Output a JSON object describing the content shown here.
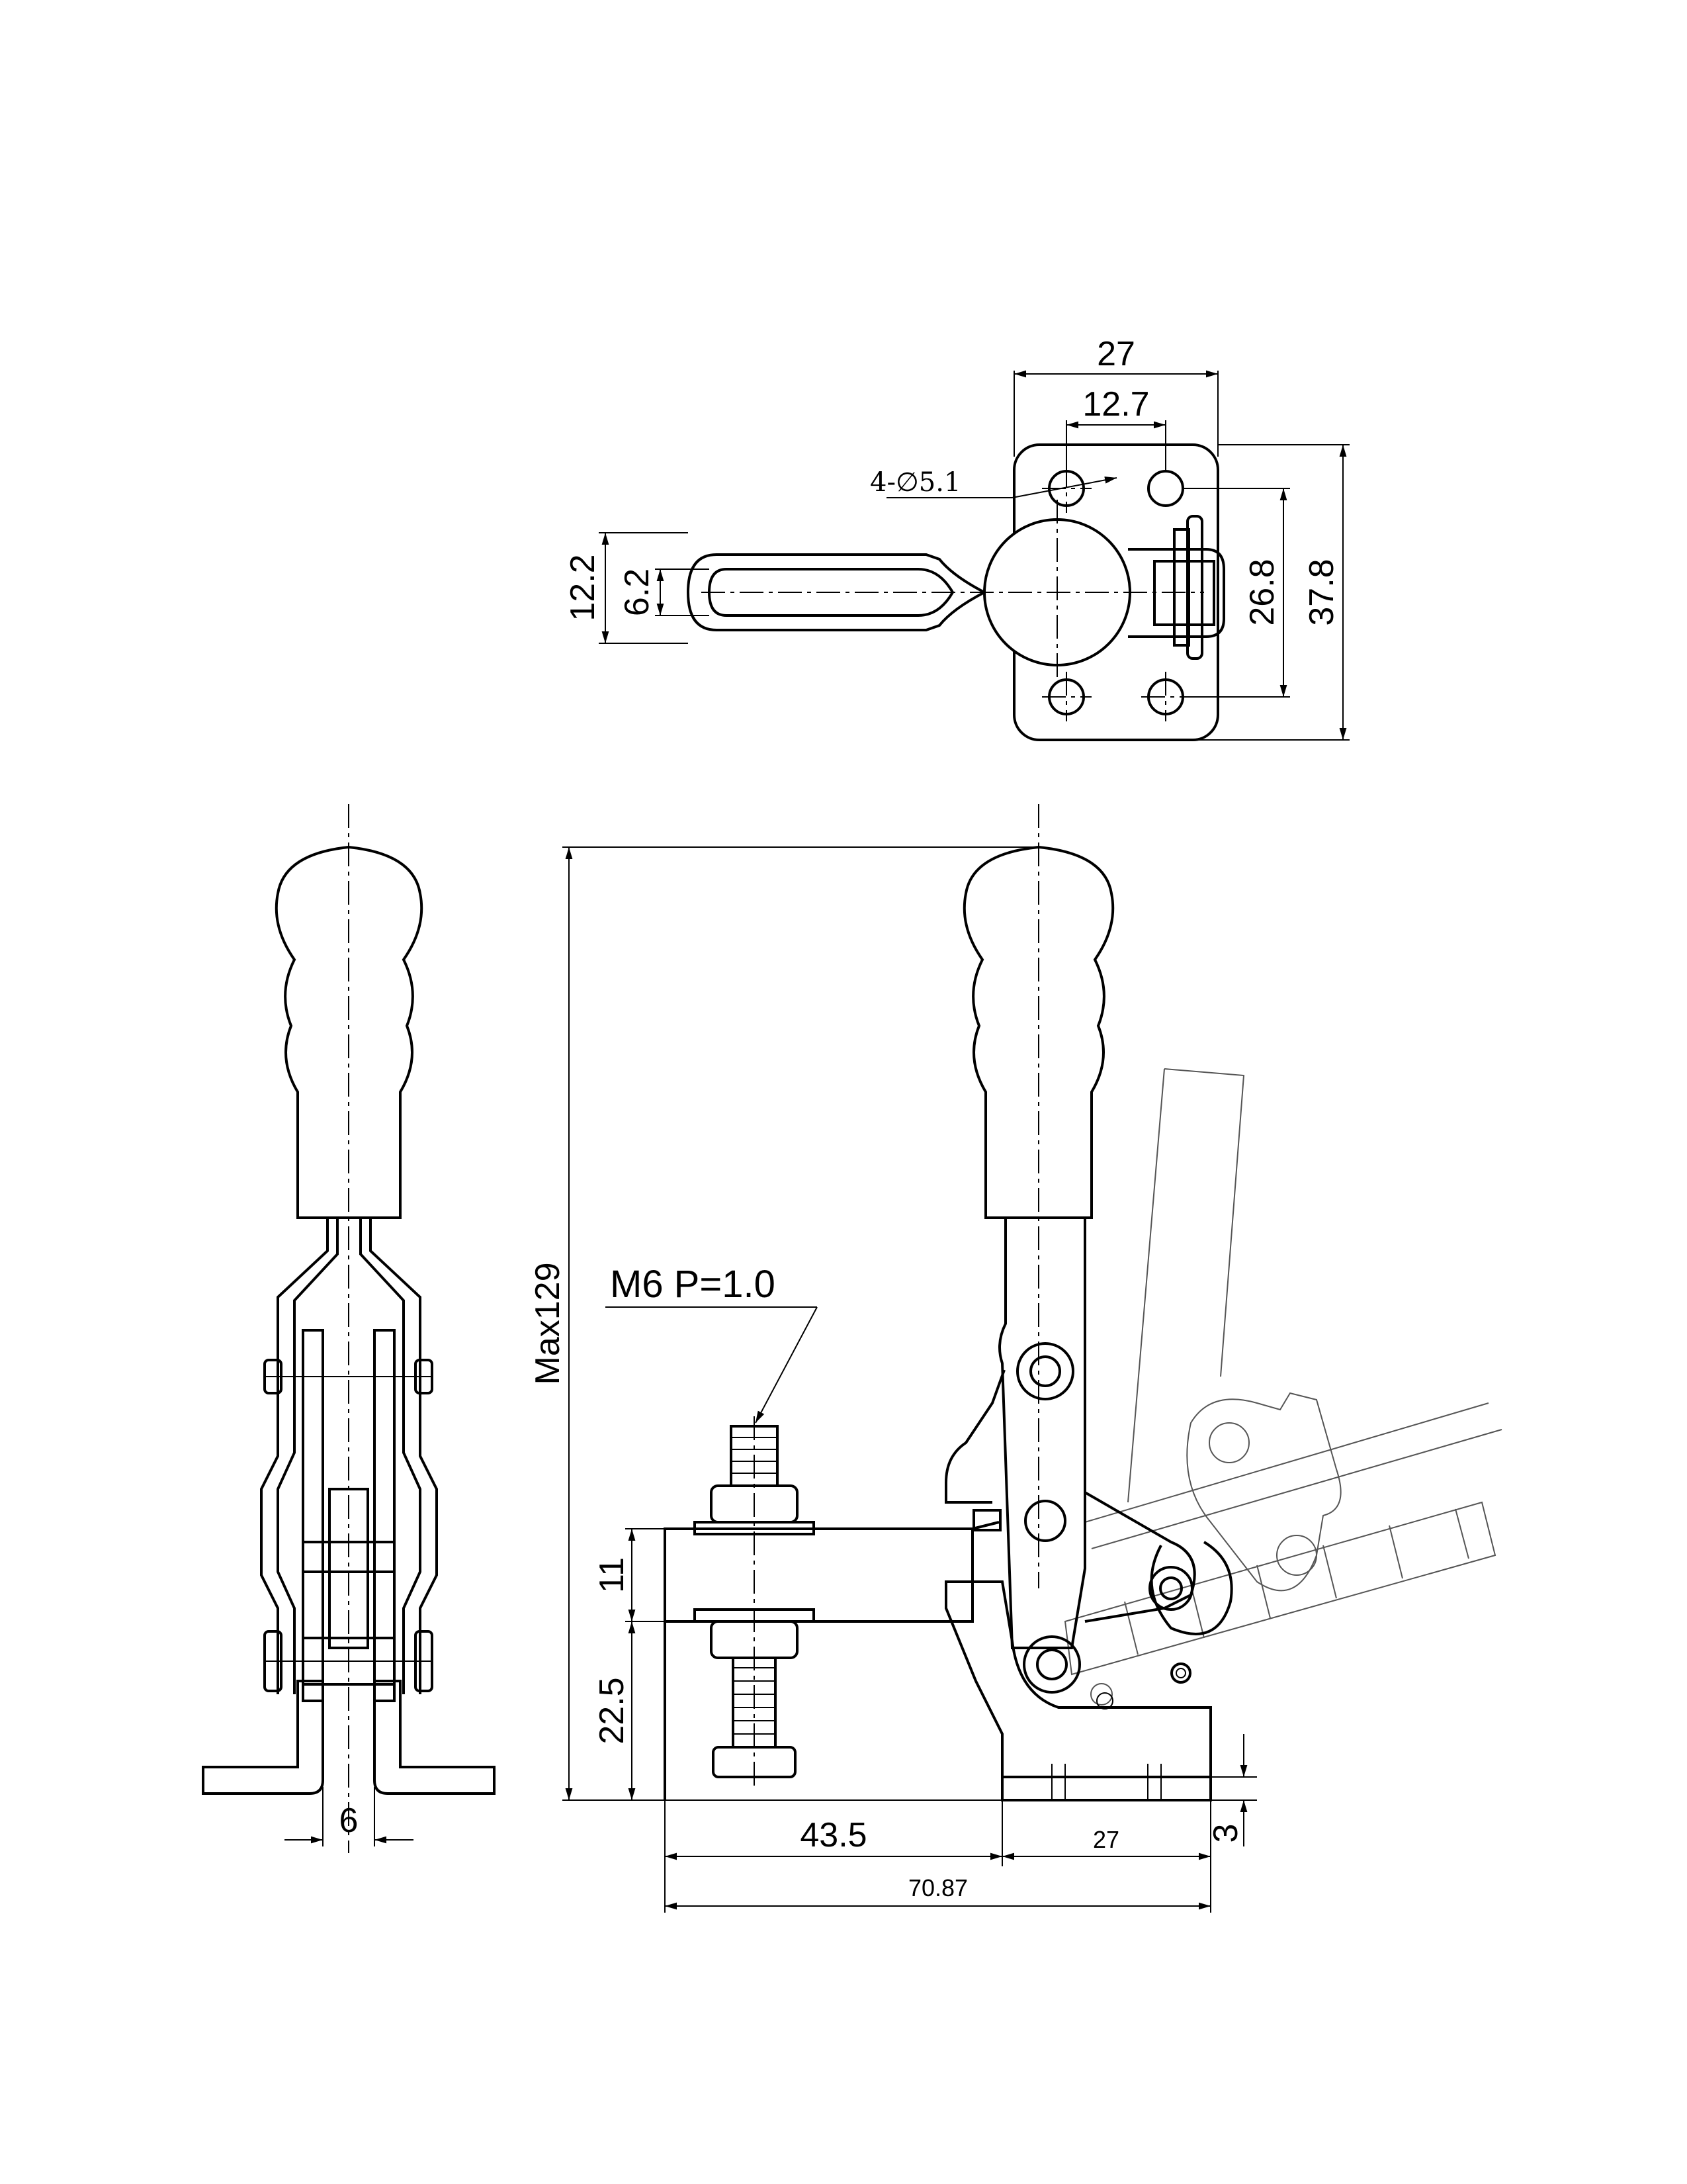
{
  "dimensions": {
    "top_width": "27",
    "top_hole_spacing": "12.7",
    "holes": "4-∅5.1",
    "slot_outer": "12.2",
    "slot_inner": "6.2",
    "hole_pitch_vertical": "26.8",
    "base_height": "37.8",
    "max_height": "Max129",
    "thread": "M6  P=1.0",
    "arm_thickness": "11",
    "spindle_height": "22.5",
    "reach": "43.5",
    "base_length": "27",
    "base_thickness": "3",
    "overall_length": "70.87",
    "handle_gap": "6"
  }
}
